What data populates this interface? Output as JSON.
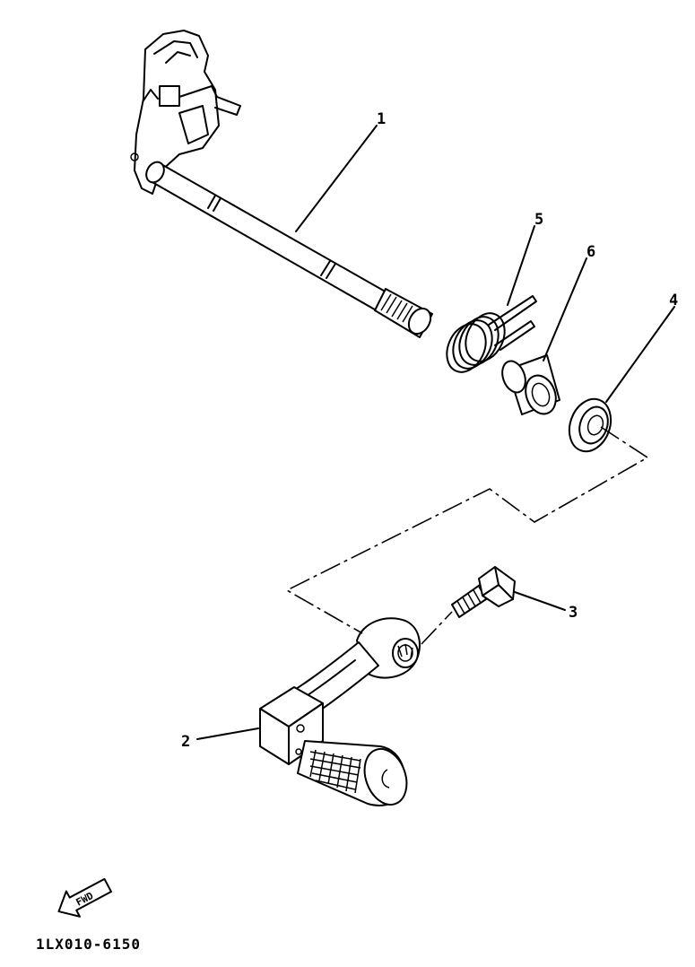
{
  "diagram": {
    "callouts": [
      "1",
      "2",
      "3",
      "4",
      "5",
      "6"
    ],
    "fwd_label": "FWD",
    "drawing_code": "1LX010-6150"
  },
  "parts": [
    {
      "ref": "1",
      "icon": "shift-shaft-icon"
    },
    {
      "ref": "2",
      "icon": "shift-pedal-icon"
    },
    {
      "ref": "3",
      "icon": "bolt-icon"
    },
    {
      "ref": "4",
      "icon": "oil-seal-icon"
    },
    {
      "ref": "5",
      "icon": "torsion-spring-icon"
    },
    {
      "ref": "6",
      "icon": "collar-icon"
    }
  ],
  "colors": {
    "ink": "#000000",
    "background": "#ffffff"
  }
}
